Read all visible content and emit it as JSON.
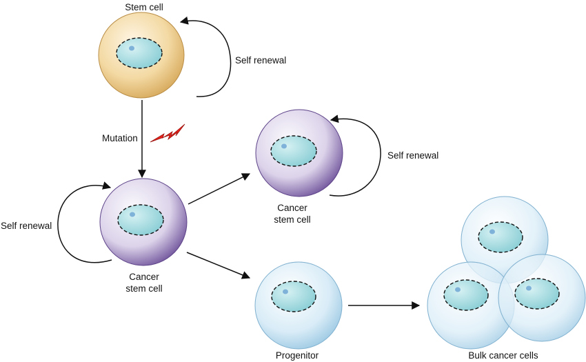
{
  "labels": {
    "stem_cell": "Stem cell",
    "self_renewal_top": "Self renewal",
    "mutation": "Mutation",
    "self_renewal_left": "Self renewal",
    "cancer_stem_cell_left_line1": "Cancer",
    "cancer_stem_cell_left_line2": "stem cell",
    "cancer_stem_cell_right_line1": "Cancer",
    "cancer_stem_cell_right_line2": "stem cell",
    "self_renewal_right": "Self renewal",
    "progenitor": "Progenitor",
    "bulk_cancer_cells": "Bulk cancer cells"
  },
  "colors": {
    "stem_cell": "#f3d9a3",
    "cancer_stem_cell": "#dcd3ea",
    "progenitor_cell": "#d9ecf7",
    "nucleus": "#a9dde2",
    "mutation_bolt": "#e8231c",
    "arrows": "#111111"
  }
}
